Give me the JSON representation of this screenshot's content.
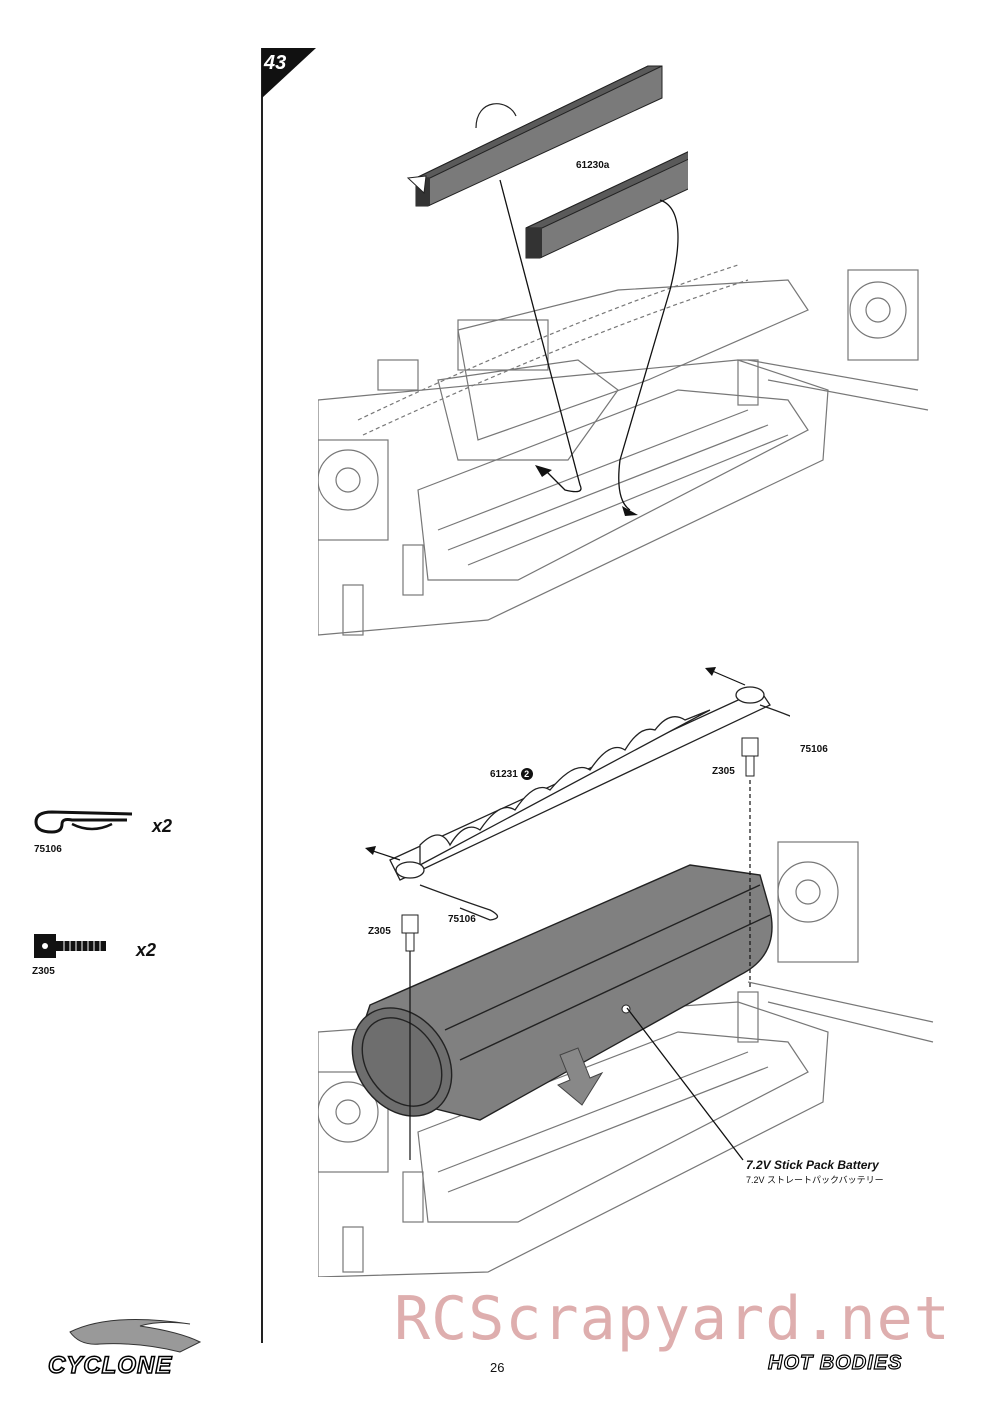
{
  "step": {
    "number": "43"
  },
  "upper": {
    "part_label": "61230a"
  },
  "lower": {
    "bracket_label": "61231",
    "bracket_badge": "2",
    "pin_label": "75106",
    "screw_label": "Z305",
    "battery_title": "7.2V Stick Pack Battery",
    "battery_subtitle": "7.2V ストレートパックバッテリー"
  },
  "sidebar": {
    "items": [
      {
        "label": "75106",
        "qty": "x2",
        "icon": "body-clip-icon"
      },
      {
        "label": "Z305",
        "qty": "x2",
        "icon": "screw-icon"
      }
    ]
  },
  "footer": {
    "page_number": "26",
    "watermark": "RCScrapyard.net",
    "brand_left": "CYCLONE",
    "brand_right": "HOT BODIES"
  }
}
